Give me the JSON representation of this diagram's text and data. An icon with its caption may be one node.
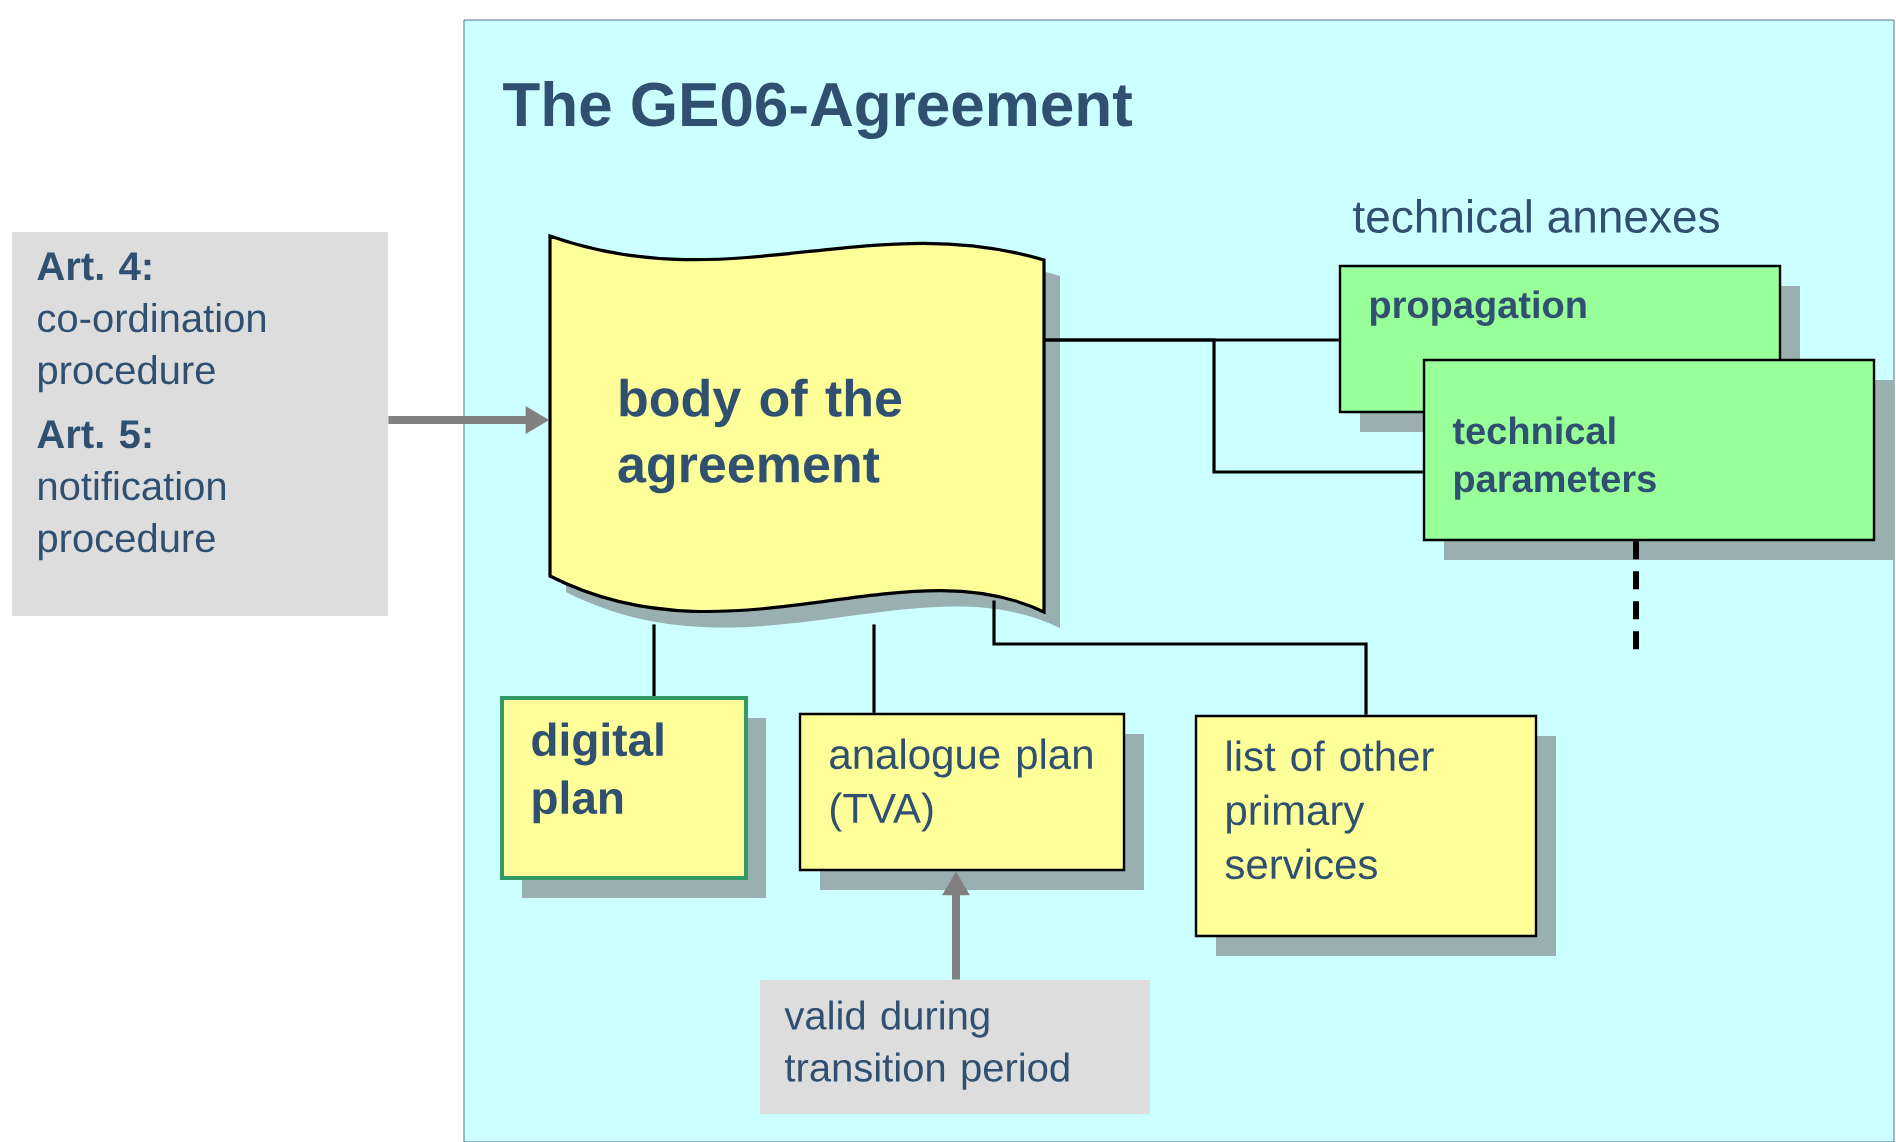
{
  "diagram": {
    "nodes": [
      {
        "text": [
          "The GE06-Agreement"
        ]
      },
      {
        "text": [
          "Art. 4:",
          "co-ordination procedure",
          "Art. 5:",
          "notification procedure"
        ]
      },
      {
        "text": [
          "body of the agreement"
        ],
        "in": 0
      },
      {
        "text": [
          "propagation"
        ],
        "in": 0
      },
      {
        "text": [
          "technical parameters"
        ],
        "in": 0
      },
      {
        "text": [
          "digital plan"
        ],
        "in": 0
      },
      {
        "text": [
          "analogue plan (TVA)"
        ],
        "in": 0
      },
      {
        "text": [
          "list of other primary services"
        ],
        "in": 0
      },
      {
        "text": [
          "valid during transition period"
        ],
        "in": 0
      }
    ],
    "edges": [
      {
        "from": 1,
        "to": 2,
        "arrow": "to",
        "style": "thick",
        "color": "#808080"
      },
      {
        "from": 2,
        "to": 3,
        "arrow": "none"
      },
      {
        "from": 2,
        "to": 4,
        "arrow": "none"
      },
      {
        "from": 2,
        "to": 5,
        "arrow": "none"
      },
      {
        "from": 2,
        "to": 6,
        "arrow": "none"
      },
      {
        "from": 2,
        "to": 7,
        "arrow": "none"
      },
      {
        "from": 8,
        "to": 6,
        "arrow": "to",
        "style": "thick",
        "color": "#808080"
      },
      {
        "from": 4,
        "to": null,
        "arrow": "none",
        "style": "dashed"
      }
    ],
    "labels": [
      "technical annexes"
    ]
  }
}
